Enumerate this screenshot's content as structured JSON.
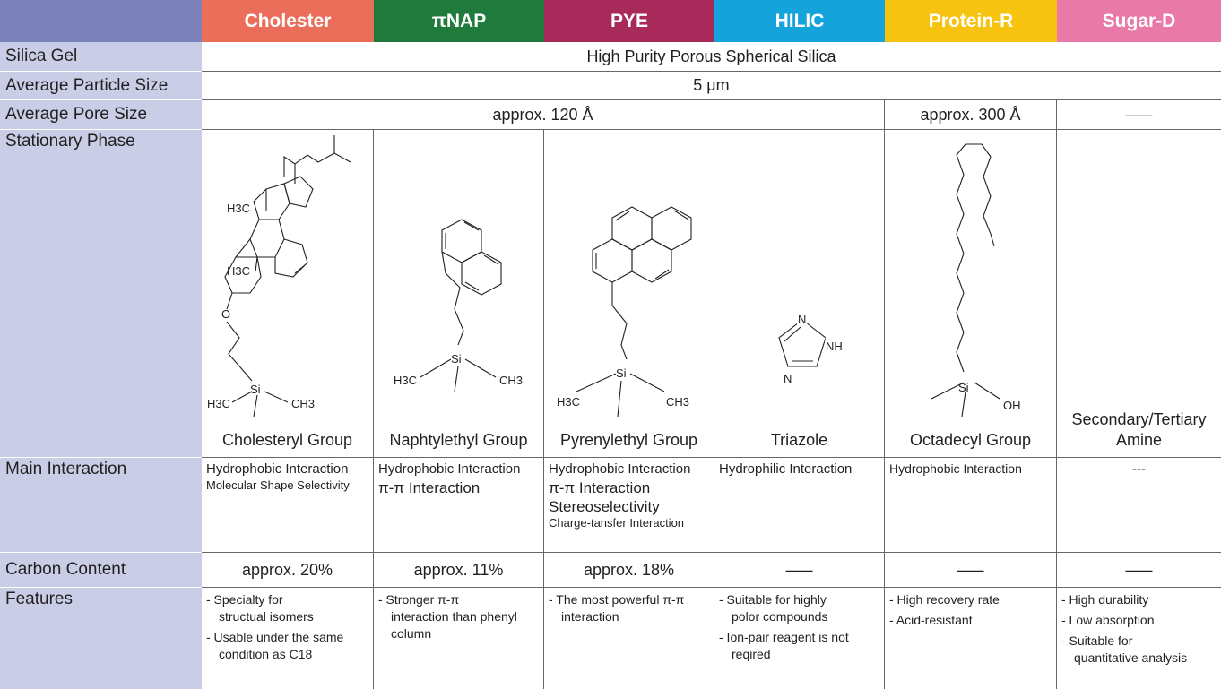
{
  "header": {
    "columns": [
      {
        "label": "Cholester",
        "color": "#ea6e5a"
      },
      {
        "label": "πNAP",
        "color": "#1f7a3b"
      },
      {
        "label": "PYE",
        "color": "#a82a5b"
      },
      {
        "label": "HILIC",
        "color": "#14a3db"
      },
      {
        "label": "Protein-R",
        "color": "#f6c310"
      },
      {
        "label": "Sugar-D",
        "color": "#e97aa8"
      }
    ]
  },
  "rows": {
    "silica_gel": {
      "label": "Silica Gel",
      "value": "High Purity Porous Spherical Silica"
    },
    "particle_size": {
      "label": "Average Particle Size",
      "value": "5 μm"
    },
    "pore_size": {
      "label": "Average Pore Size",
      "value_1": "approx. 120 Å",
      "value_2": "approx. 300 Å",
      "value_3": "–––"
    },
    "stationary_phase": {
      "label": "Stationary Phase",
      "names": [
        "Cholesteryl Group",
        "Naphtylethyl Group",
        "Pyrenylethyl Group",
        "Triazole",
        "Octadecyl Group",
        "Secondary/Tertiary Amine"
      ],
      "names_line1_6": "Secondary/Tertiary",
      "names_line2_6": "Amine",
      "atoms": {
        "h3c": "H3C",
        "ch3": "CH3",
        "si": "Si",
        "o": "O",
        "oh": "OH",
        "n": "N",
        "nh": "NH",
        "h": "H",
        "three": "3"
      }
    },
    "main_interaction": {
      "label": "Main Interaction",
      "col1": [
        "Hydrophobic Interaction",
        "Molecular Shape Selectivity"
      ],
      "col2": [
        "Hydrophobic Interaction",
        "π-π Interaction"
      ],
      "col3": [
        "Hydrophobic Interaction",
        "π-π Interaction",
        "Stereoselectivity",
        "Charge-tansfer Interaction"
      ],
      "col4": [
        "Hydrophilic Interaction"
      ],
      "col5": [
        "Hydrophobic Interaction"
      ],
      "col6": "---"
    },
    "carbon_content": {
      "label": "Carbon Content",
      "values": [
        "approx. 20%",
        "approx. 11%",
        "approx. 18%",
        "–––",
        "–––",
        "–––"
      ]
    },
    "features": {
      "label": "Features",
      "col1": [
        [
          "- Specialty for",
          "structual isomers"
        ],
        [
          "- Usable under the same",
          "condition as C18"
        ]
      ],
      "col2": [
        [
          "- Stronger π-π",
          "interaction than phenyl",
          "column"
        ]
      ],
      "col3": [
        [
          "- The most powerful π-π",
          "interaction"
        ]
      ],
      "col4": [
        [
          "- Suitable for highly",
          "polor compounds"
        ],
        [
          "- Ion-pair reagent is not",
          "reqired"
        ]
      ],
      "col5": [
        [
          "- High recovery rate"
        ],
        [
          "- Acid-resistant"
        ]
      ],
      "col6": [
        [
          "- High durability"
        ],
        [
          "- Low absorption"
        ],
        [
          "- Suitable for",
          "quantitative analysis"
        ]
      ]
    }
  }
}
